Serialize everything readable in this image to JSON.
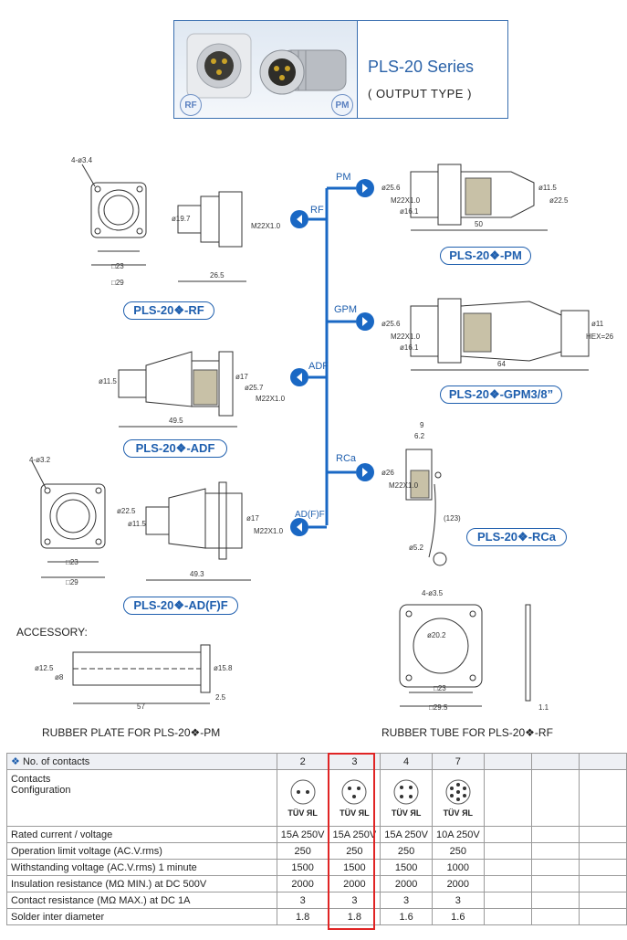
{
  "banner": {
    "title": "PLS-20 Series",
    "subtitle": "( OUTPUT TYPE )",
    "badge_left": "RF",
    "badge_right": "PM"
  },
  "models": {
    "rf": "PLS-20❖-RF",
    "adf": "PLS-20❖-ADF",
    "adff": "PLS-20❖-AD(F)F",
    "pm": "PLS-20❖-PM",
    "gpm": "PLS-20❖-GPM3/8”",
    "rca": "PLS-20❖-RCa"
  },
  "branches": {
    "rf": "RF",
    "pm": "PM",
    "gpm": "GPM",
    "adf": "ADF",
    "rca": "RCa",
    "adff": "AD(F)F"
  },
  "dims": {
    "rf": {
      "hole": "4-ø3.4",
      "sq23": "□23",
      "sq29": "□29",
      "d197": "ø19.7",
      "m22": "M22X1.0",
      "l265": "26.5"
    },
    "adf": {
      "d115": "ø11.5",
      "d17": "ø17",
      "d257": "ø25.7",
      "m22": "M22X1.0",
      "l495": "49.5"
    },
    "adff": {
      "hole": "4-ø3.2",
      "sq23": "□23",
      "sq29": "□29",
      "d225": "ø22.5",
      "d115": "ø11.5",
      "d17": "ø17",
      "m22": "M22X1.0",
      "l493": "49.3"
    },
    "pm": {
      "d256": "ø25.6",
      "m22": "M22X1.0",
      "d161": "ø16.1",
      "d115": "ø11.5",
      "d225": "ø22.5",
      "l50": "50"
    },
    "gpm": {
      "d256": "ø25.6",
      "m22": "M22X1.0",
      "d161": "ø16.1",
      "d11": "ø11",
      "hex": "HEX=26",
      "l64": "64"
    },
    "rca": {
      "g9": "9",
      "g62": "6.2",
      "d26": "ø26",
      "m22": "M22X1.0",
      "l123": "(123)",
      "d52": "ø5.2"
    },
    "plate": {
      "hole": "4-ø3.5",
      "d202": "ø20.2",
      "sq23": "□23",
      "sq295": "□29.5",
      "t11": "1.1"
    },
    "tube": {
      "d125": "ø12.5",
      "d8": "ø8",
      "d158": "ø15.8",
      "l57": "57",
      "l25": "2.5"
    }
  },
  "accessory": {
    "heading": "ACCESSORY:",
    "tube_caption": "RUBBER PLATE FOR PLS-20❖-PM",
    "plate_caption": "RUBBER TUBE FOR PLS-20❖-RF"
  },
  "table": {
    "header_label": "No. of contacts",
    "contacts": [
      "2",
      "3",
      "4",
      "7"
    ],
    "config_label_1": "Contacts",
    "config_label_2": "Configuration",
    "cert": "TÜV",
    "cert_ul": "ЯL",
    "rows": [
      {
        "label": "Rated current / voltage",
        "values": [
          "15A 250V",
          "15A 250V",
          "15A 250V",
          "10A 250V"
        ]
      },
      {
        "label": "Operation limit voltage (AC.V.rms)",
        "values": [
          "250",
          "250",
          "250",
          "250"
        ]
      },
      {
        "label": "Withstanding voltage (AC.V.rms) 1 minute",
        "values": [
          "1500",
          "1500",
          "1500",
          "1000"
        ]
      },
      {
        "label": "Insulation resistance (MΩ MIN.) at DC 500V",
        "values": [
          "2000",
          "2000",
          "2000",
          "2000"
        ]
      },
      {
        "label": "Contact resistance (MΩ MAX.) at DC 1A",
        "values": [
          "3",
          "3",
          "3",
          "3"
        ]
      },
      {
        "label": "Solder inter diameter",
        "values": [
          "1.8",
          "1.8",
          "1.6",
          "1.6"
        ]
      }
    ]
  },
  "colors": {
    "accent": "#1f5fae",
    "highlight": "#e02424"
  }
}
